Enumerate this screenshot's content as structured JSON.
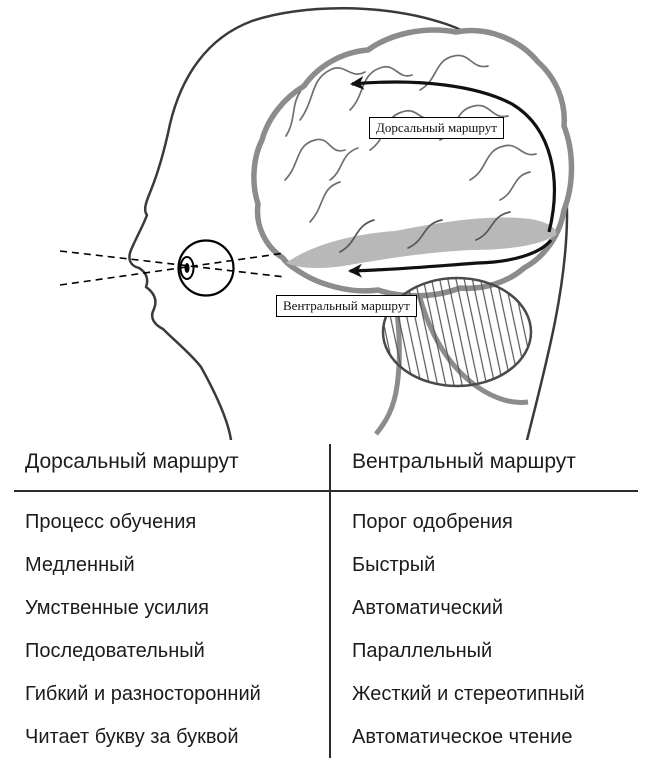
{
  "diagram": {
    "dorsal_callout": "Дорсальный маршрут",
    "ventral_callout": "Вентральный маршрут"
  },
  "table": {
    "columns": [
      {
        "header": "Дорсальный маршрут",
        "rows": [
          "Процесс обучения",
          "Медленный",
          "Умственные усилия",
          "Последовательный",
          "Гибкий и разносторонний",
          "Читает букву за буквой"
        ]
      },
      {
        "header": "Вентральный маршрут",
        "rows": [
          "Порог одобрения",
          "Быстрый",
          "Автоматический",
          "Параллельный",
          "Жесткий и стереотипный",
          "Автоматическое чтение"
        ]
      }
    ]
  },
  "colors": {
    "stream_fill": "#b8b8b8",
    "brain_outline": "#8c8c8c",
    "arrow": "#111111"
  }
}
